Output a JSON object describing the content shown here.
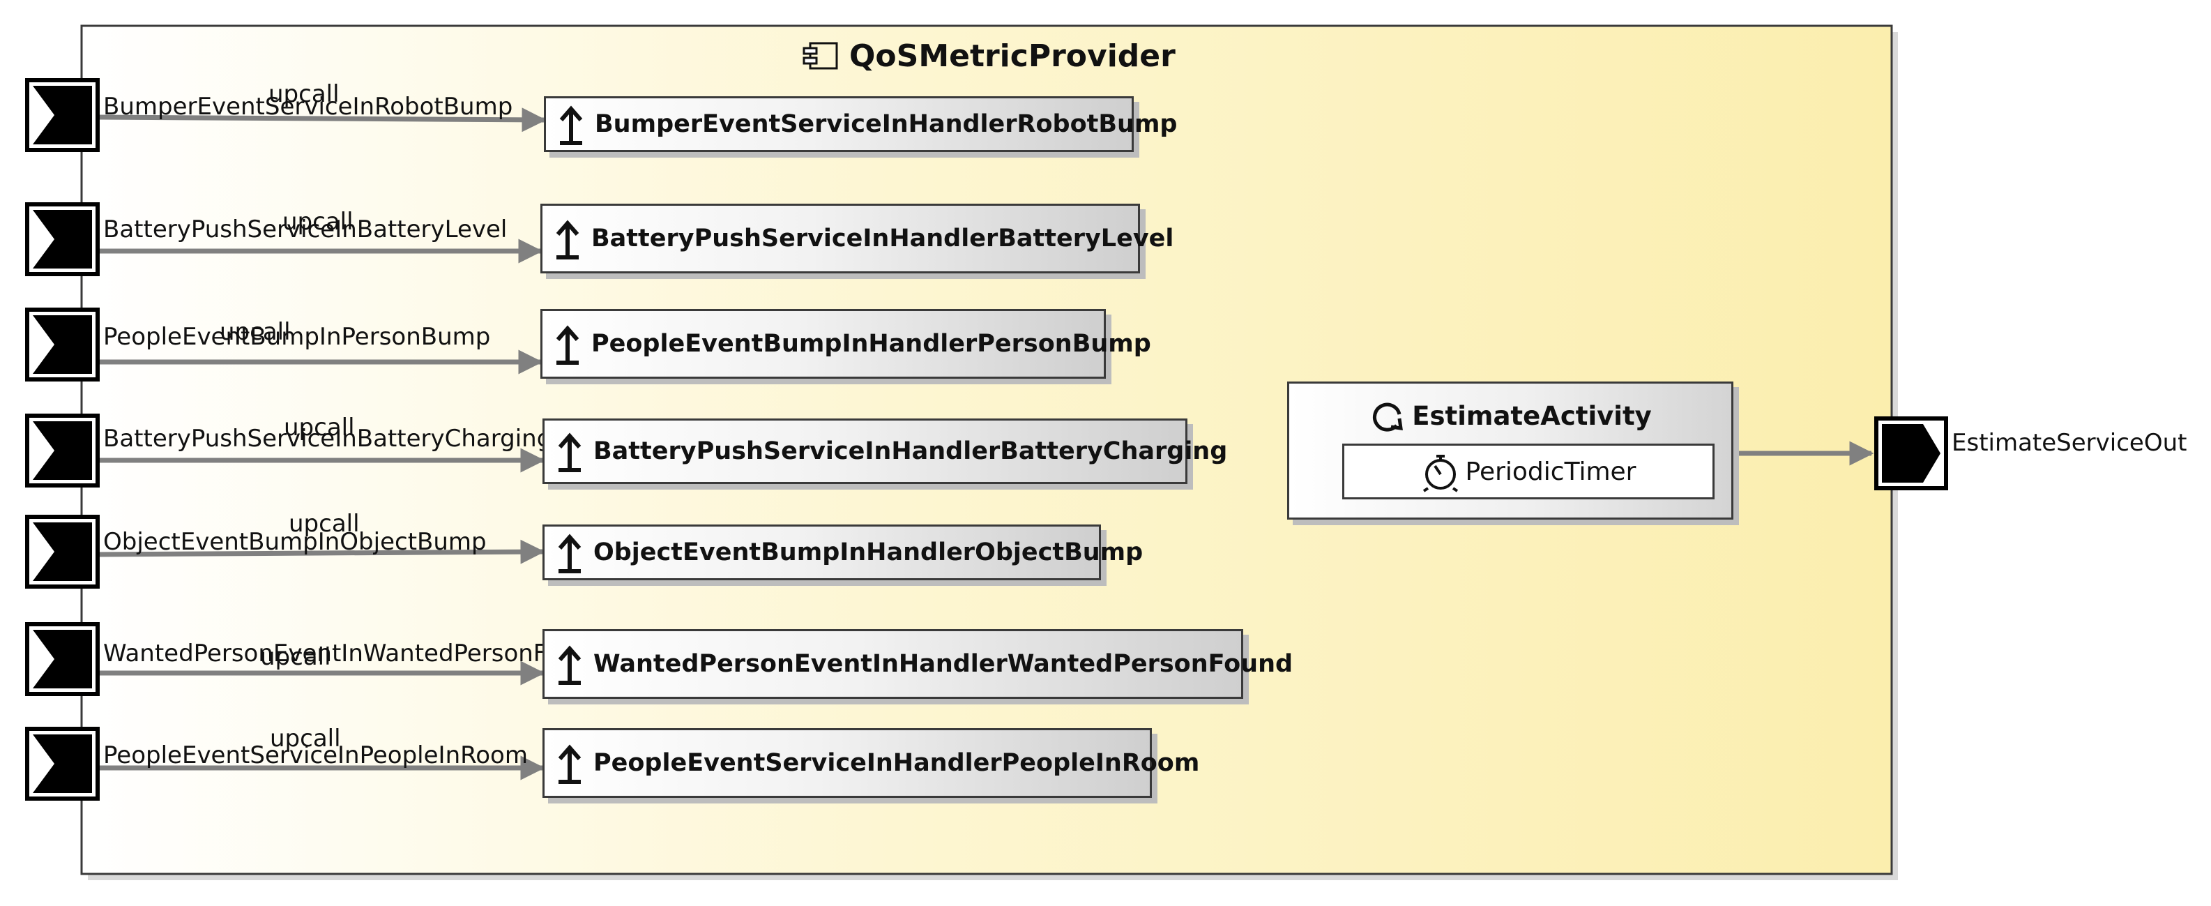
{
  "component": {
    "name": "QoSMetricProvider",
    "icon": "component-icon",
    "colors": {
      "fill_start": "#ffffff",
      "fill_end": "#fbeeae",
      "border": "#3a3a3a",
      "connector": "#808080"
    }
  },
  "input_ports": [
    {
      "label": "BumperEventServiceInRobotBump",
      "upcall": "upcall",
      "handler": "BumperEventServiceInHandlerRobotBump"
    },
    {
      "label": "BatteryPushServiceInBatteryLevel",
      "upcall": "upcall",
      "handler": "BatteryPushServiceInHandlerBatteryLevel"
    },
    {
      "label": "PeopleEventBumpInPersonBump",
      "upcall": "upcall",
      "handler": "PeopleEventBumpInHandlerPersonBump"
    },
    {
      "label": "BatteryPushServiceInBatteryCharging",
      "upcall": "upcall",
      "handler": "BatteryPushServiceInHandlerBatteryCharging"
    },
    {
      "label": "ObjectEventBumpInObjectBump",
      "upcall": "upcall",
      "handler": "ObjectEventBumpInHandlerObjectBump"
    },
    {
      "label": "WantedPersonEventInWantedPersonFound",
      "upcall": "upcall",
      "handler": "WantedPersonEventInHandlerWantedPersonFound"
    },
    {
      "label": "PeopleEventServiceInPeopleInRoom",
      "upcall": "upcall",
      "handler": "PeopleEventServiceInHandlerPeopleInRoom"
    }
  ],
  "activity": {
    "name": "EstimateActivity",
    "icon": "activity-cycle-icon",
    "timer": {
      "name": "PeriodicTimer",
      "icon": "stopwatch-icon"
    }
  },
  "output_port": {
    "label": "EstimateServiceOut",
    "icon": "output-port-icon"
  }
}
